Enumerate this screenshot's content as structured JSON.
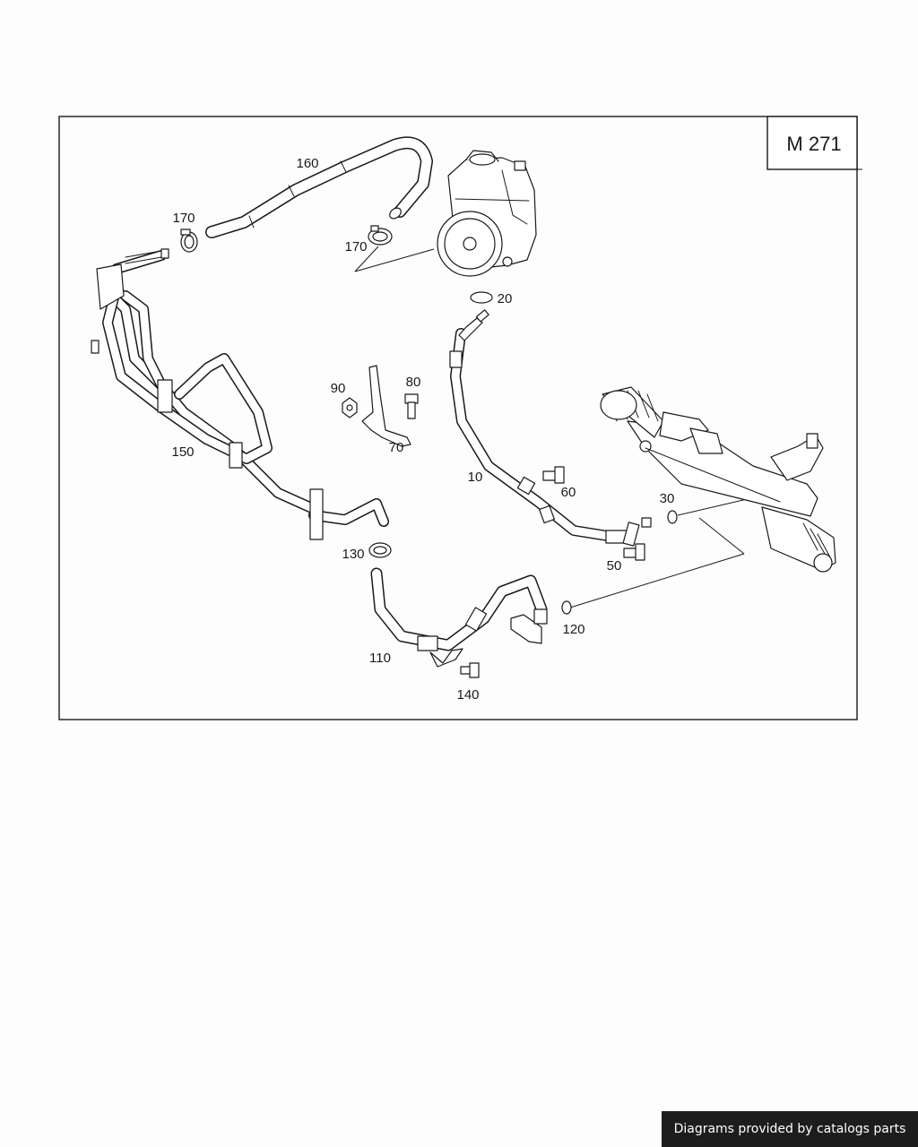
{
  "model_label": "M 271",
  "callouts": {
    "c10": "10",
    "c20": "20",
    "c30": "30",
    "c50": "50",
    "c60": "60",
    "c70": "70",
    "c80": "80",
    "c90": "90",
    "c110": "110",
    "c120": "120",
    "c130": "130",
    "c140": "140",
    "c150": "150",
    "c160": "160",
    "c170a": "170",
    "c170b": "170"
  },
  "footer": {
    "text": "Diagrams provided by catalogs parts"
  }
}
